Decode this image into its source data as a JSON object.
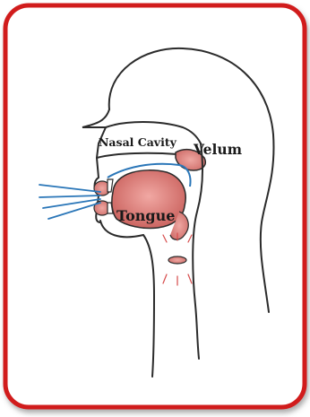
{
  "labels": {
    "nasal_cavity": "Nasal Cavity",
    "velum": "Velum",
    "tongue": "Tongue"
  },
  "colors": {
    "frame_border": "#d11a1a",
    "background": "#ffffff",
    "outline": "#2b2b2b",
    "tissue_fill": "#d97a78",
    "tongue_fill": "#e07f7c",
    "airflow": "#2a76b8",
    "vibration_marks": "#d64a4a"
  }
}
